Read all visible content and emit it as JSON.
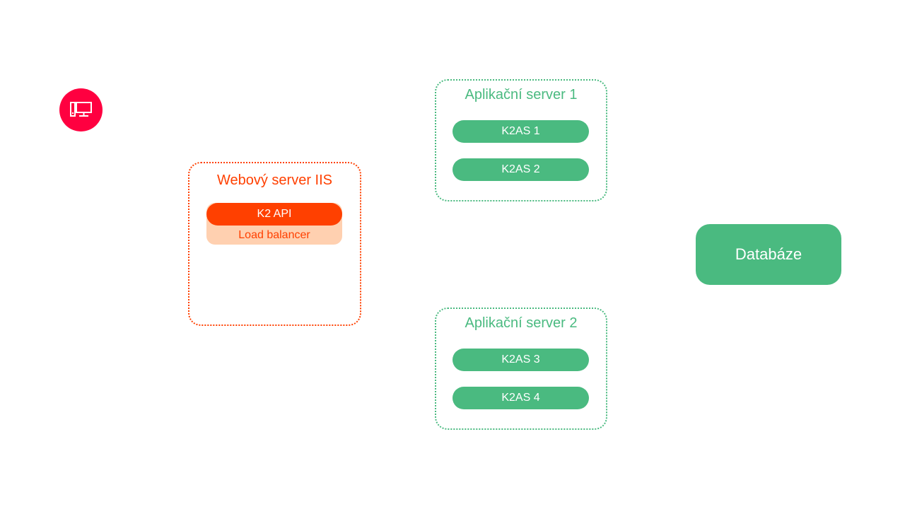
{
  "colors": {
    "client": "#ff0040",
    "web": "#ff4000",
    "web_light": "#ffd0b0",
    "app": "#4aba80",
    "background": "#ffffff"
  },
  "client": {
    "icon": "monitor-icon"
  },
  "web_server": {
    "title": "Webový server IIS",
    "api_label": "K2 API",
    "load_balancer_label": "Load balancer"
  },
  "app_servers": [
    {
      "title": "Aplikační server 1",
      "instances": [
        "K2AS 1",
        "K2AS 2"
      ]
    },
    {
      "title": "Aplikační server 2",
      "instances": [
        "K2AS 3",
        "K2AS 4"
      ]
    }
  ],
  "database": {
    "label": "Databáze"
  }
}
